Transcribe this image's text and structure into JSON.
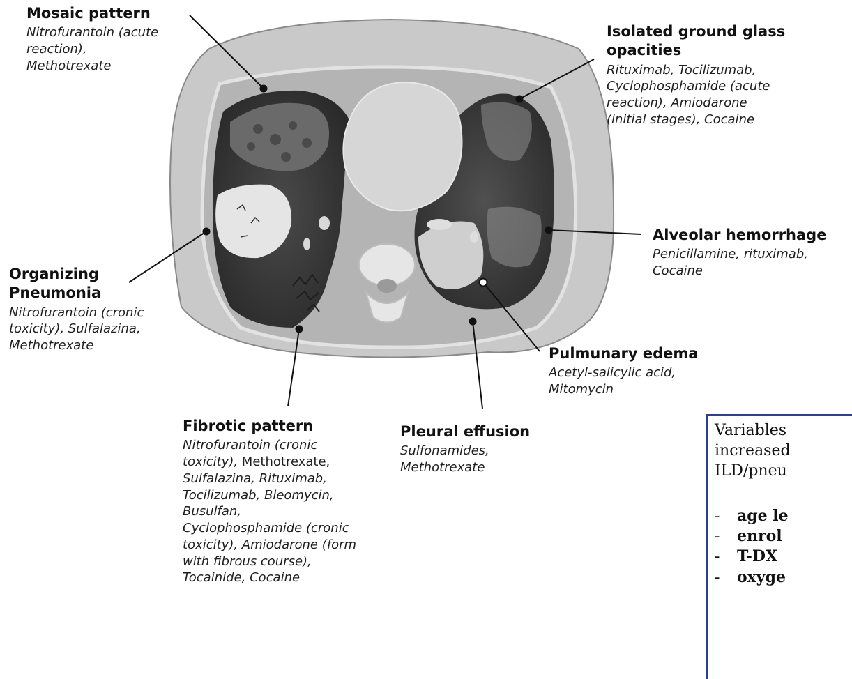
{
  "annotations": {
    "mosaic": {
      "title": "Mosaic pattern",
      "drugs": [
        "Nitrofurantoin (acute",
        "reaction),",
        "Methotrexate"
      ]
    },
    "ggo": {
      "title": [
        "Isolated ground glass",
        "opacities"
      ],
      "drugs": [
        "Rituximab, Tocilizumab,",
        "Cyclophosphamide (acute",
        "reaction), Amiodarone",
        "(initial stages), Cocaine"
      ]
    },
    "alveolar": {
      "title": "Alveolar hemorrhage",
      "drugs": [
        "Penicillamine, rituximab,",
        "Cocaine"
      ]
    },
    "organizing": {
      "title": [
        "Organizing",
        "Pneumonia"
      ],
      "drugs": [
        "Nitrofurantoin (cronic",
        "toxicity), Sulfalazina,",
        "Methotrexate"
      ]
    },
    "edema": {
      "title": "Pulmunary edema",
      "drugs": [
        "Acetyl-salicylic acid,",
        "Mitomycin"
      ]
    },
    "fibrotic": {
      "title": "Fibrotic pattern",
      "drugs_first": "Nitrofurantoin (cronic",
      "drugs_second_italic": "toxicity),",
      "drugs_second_upright": " Methotrexate,",
      "drugs": [
        "Sulfalazina, Rituximab,",
        "Tocilizumab, Bleomycin,",
        "Busulfan,",
        "Cyclophosphamide (cronic",
        "toxicity), Amiodarone (form",
        "with fibrous course),",
        "Tocainide, Cocaine"
      ]
    },
    "pleural": {
      "title": "Pleural effusion",
      "drugs": [
        "Sulfonamides,",
        "Methotrexate"
      ]
    }
  },
  "callout": {
    "heading": [
      "Variables",
      "increased",
      "ILD/pneu"
    ],
    "items": [
      "age le",
      "enrol",
      "T-DX",
      "oxyge"
    ]
  },
  "colors": {
    "callout_border": "#2a3d9a",
    "body_tissue": "#c9c9c9",
    "lung_dark": "#3a3a3a"
  }
}
